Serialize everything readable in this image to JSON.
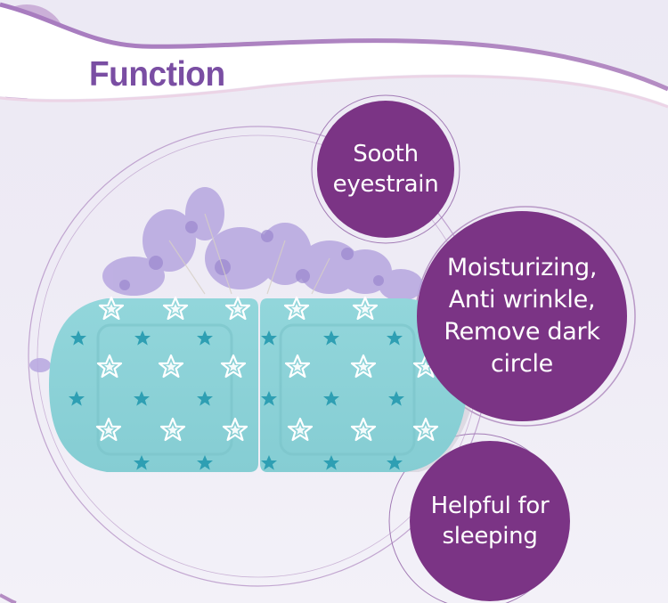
{
  "header": {
    "title": "Function",
    "title_color": "#7a4ea3",
    "ribbon_color": "#ffffff",
    "ribbon_edge_color": "#b48cc3"
  },
  "product": {
    "name": "eye-mask",
    "mask_color": "#8fd3d8",
    "star_outline_color": "#ffffff",
    "star_fill_color": "#2e9fb3",
    "decoration": "lavender-flowers"
  },
  "features": [
    {
      "label": "Sooth\neyestrain"
    },
    {
      "label": "Moisturizing,\nAnti wrinkle,\nRemove dark\ncircle"
    },
    {
      "label": "Helpful for\nsleeping"
    }
  ],
  "colors": {
    "bubble": "#7b3485",
    "bubble_text": "#ffffff",
    "background": "#eeebf5",
    "ring": "#9b6ab0"
  }
}
